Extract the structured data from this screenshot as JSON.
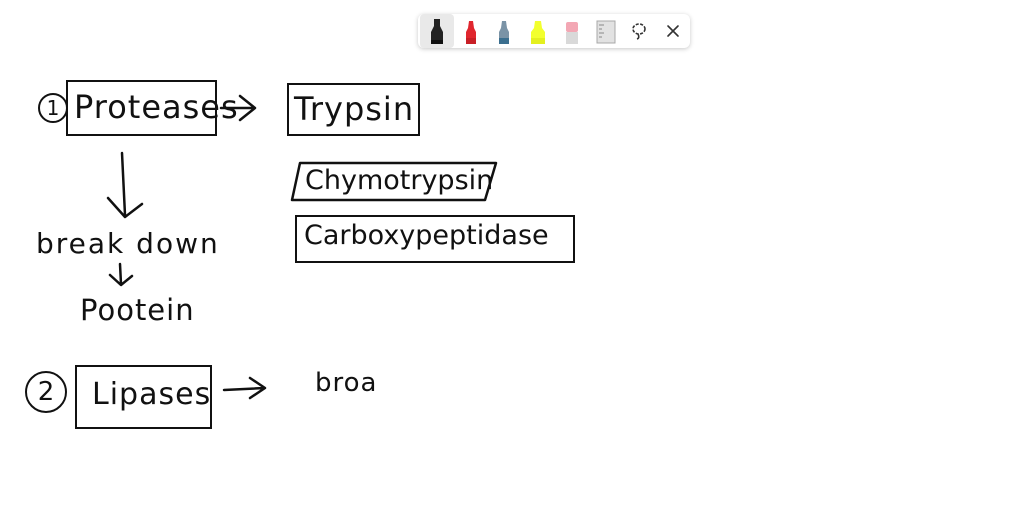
{
  "toolbar": {
    "tools": [
      {
        "icon": "black-marker-icon",
        "color": "#111111",
        "active": true
      },
      {
        "icon": "red-marker-icon",
        "color": "#e0262e",
        "active": false
      },
      {
        "icon": "blue-marker-icon",
        "color": "#3b6f8f",
        "active": false
      },
      {
        "icon": "highlighter-icon",
        "color": "#f2ff2e",
        "active": false
      },
      {
        "icon": "eraser-icon",
        "color": "#f3a7b4",
        "active": false
      },
      {
        "icon": "ruler-icon",
        "color": "#cfcfcf",
        "active": false
      },
      {
        "icon": "lasso-icon",
        "color": "#333333",
        "active": false
      },
      {
        "icon": "close-icon",
        "color": "#333333",
        "active": false
      }
    ]
  },
  "notes": {
    "item1": {
      "number": "1",
      "term": "Proteases",
      "enzymes": [
        "Trypsin",
        "Chymotrypsin",
        "Carboxypeptidase"
      ],
      "action_line1": "break down",
      "action_line2": "Pootein"
    },
    "item2": {
      "number": "2",
      "term": "Lipases",
      "partial": "broa"
    }
  }
}
